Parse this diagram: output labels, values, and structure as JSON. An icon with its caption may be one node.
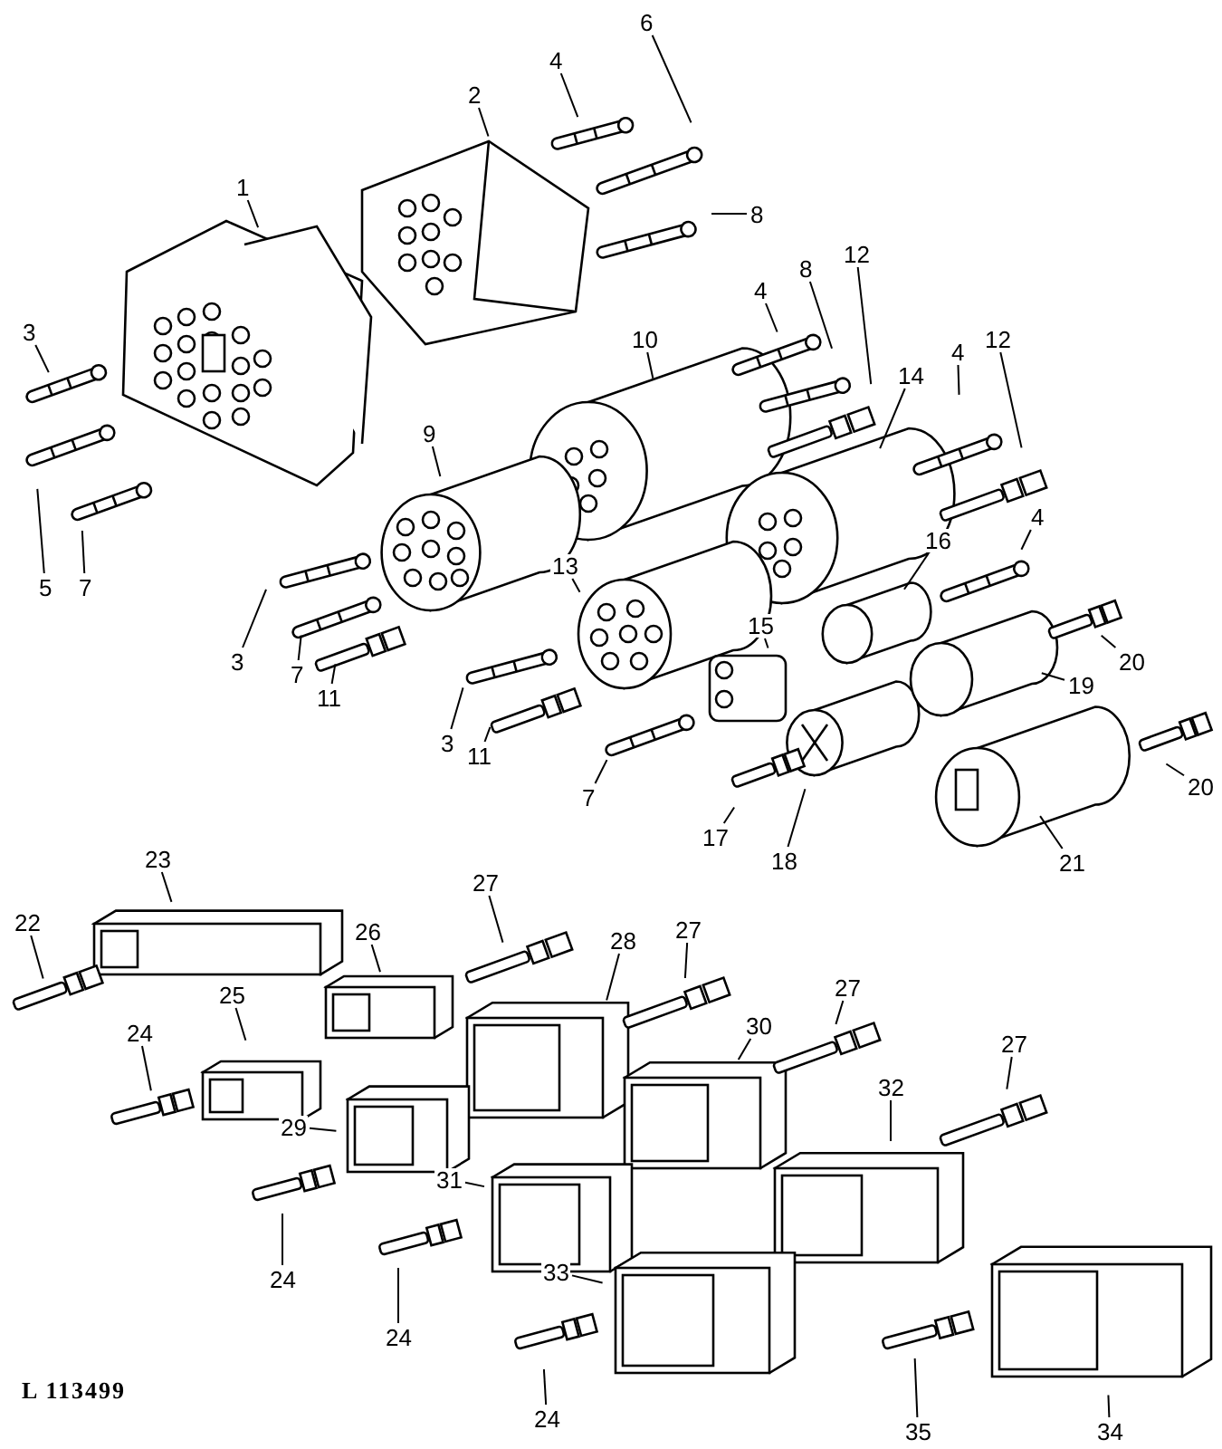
{
  "diagram": {
    "nodes": [
      {
        "text": [
          "6"
        ]
      },
      {
        "text": [
          "4"
        ]
      },
      {
        "text": [
          "2"
        ]
      },
      {
        "text": [
          "8"
        ]
      },
      {
        "text": [
          "1"
        ]
      },
      {
        "text": [
          "12"
        ]
      },
      {
        "text": [
          "8"
        ]
      },
      {
        "text": [
          "4"
        ]
      },
      {
        "text": [
          "10"
        ]
      },
      {
        "text": [
          "12"
        ]
      },
      {
        "text": [
          "14"
        ]
      },
      {
        "text": [
          "3"
        ]
      },
      {
        "text": [
          "4"
        ]
      },
      {
        "text": [
          "9"
        ]
      },
      {
        "text": [
          "5"
        ]
      },
      {
        "text": [
          "7"
        ]
      },
      {
        "text": [
          "4"
        ]
      },
      {
        "text": [
          "16"
        ]
      },
      {
        "text": [
          "13"
        ]
      },
      {
        "text": [
          "15"
        ]
      },
      {
        "text": [
          "3"
        ]
      },
      {
        "text": [
          "7"
        ]
      },
      {
        "text": [
          "11"
        ]
      },
      {
        "text": [
          "20"
        ]
      },
      {
        "text": [
          "19"
        ]
      },
      {
        "text": [
          "3"
        ]
      },
      {
        "text": [
          "11"
        ]
      },
      {
        "text": [
          "7"
        ]
      },
      {
        "text": [
          "20"
        ]
      },
      {
        "text": [
          "17"
        ]
      },
      {
        "text": [
          "18"
        ]
      },
      {
        "text": [
          "21"
        ]
      },
      {
        "text": [
          "23"
        ]
      },
      {
        "text": [
          "22"
        ]
      },
      {
        "text": [
          "27"
        ]
      },
      {
        "text": [
          "26"
        ]
      },
      {
        "text": [
          "28"
        ]
      },
      {
        "text": [
          "27"
        ]
      },
      {
        "text": [
          "25"
        ]
      },
      {
        "text": [
          "30"
        ]
      },
      {
        "text": [
          "27"
        ]
      },
      {
        "text": [
          "24"
        ]
      },
      {
        "text": [
          "32"
        ]
      },
      {
        "text": [
          "27"
        ]
      },
      {
        "text": [
          "29"
        ]
      },
      {
        "text": [
          "31"
        ]
      },
      {
        "text": [
          "24"
        ]
      },
      {
        "text": [
          "33"
        ]
      },
      {
        "text": [
          "24"
        ]
      },
      {
        "text": [
          "24"
        ]
      },
      {
        "text": [
          "35"
        ]
      },
      {
        "text": [
          "34"
        ]
      }
    ],
    "edges": [
      {
        "from": 0,
        "to": null,
        "arrow": "none"
      },
      {
        "from": 1,
        "to": null,
        "arrow": "none"
      },
      {
        "from": 2,
        "to": null,
        "arrow": "none"
      },
      {
        "from": 3,
        "to": null,
        "arrow": "none"
      },
      {
        "from": 4,
        "to": null,
        "arrow": "none"
      },
      {
        "from": 5,
        "to": null,
        "arrow": "none"
      },
      {
        "from": 6,
        "to": null,
        "arrow": "none"
      },
      {
        "from": 7,
        "to": null,
        "arrow": "none"
      },
      {
        "from": 8,
        "to": null,
        "arrow": "none"
      },
      {
        "from": 9,
        "to": null,
        "arrow": "none"
      },
      {
        "from": 10,
        "to": null,
        "arrow": "none"
      },
      {
        "from": 11,
        "to": null,
        "arrow": "none"
      },
      {
        "from": 12,
        "to": null,
        "arrow": "none"
      },
      {
        "from": 13,
        "to": null,
        "arrow": "none"
      },
      {
        "from": 14,
        "to": null,
        "arrow": "none"
      },
      {
        "from": 15,
        "to": null,
        "arrow": "none"
      },
      {
        "from": 16,
        "to": null,
        "arrow": "none"
      },
      {
        "from": 17,
        "to": null,
        "arrow": "none"
      },
      {
        "from": 18,
        "to": null,
        "arrow": "none"
      },
      {
        "from": 19,
        "to": null,
        "arrow": "none"
      },
      {
        "from": 20,
        "to": null,
        "arrow": "none"
      },
      {
        "from": 21,
        "to": null,
        "arrow": "none"
      },
      {
        "from": 22,
        "to": null,
        "arrow": "none"
      },
      {
        "from": 23,
        "to": null,
        "arrow": "none"
      },
      {
        "from": 24,
        "to": null,
        "arrow": "none"
      },
      {
        "from": 25,
        "to": null,
        "arrow": "none"
      },
      {
        "from": 26,
        "to": null,
        "arrow": "none"
      },
      {
        "from": 27,
        "to": null,
        "arrow": "none"
      },
      {
        "from": 28,
        "to": null,
        "arrow": "none"
      },
      {
        "from": 29,
        "to": null,
        "arrow": "none"
      },
      {
        "from": 30,
        "to": null,
        "arrow": "none"
      },
      {
        "from": 31,
        "to": null,
        "arrow": "none"
      },
      {
        "from": 32,
        "to": null,
        "arrow": "none"
      },
      {
        "from": 33,
        "to": null,
        "arrow": "none"
      },
      {
        "from": 34,
        "to": null,
        "arrow": "none"
      },
      {
        "from": 35,
        "to": null,
        "arrow": "none"
      },
      {
        "from": 36,
        "to": null,
        "arrow": "none"
      },
      {
        "from": 37,
        "to": null,
        "arrow": "none"
      },
      {
        "from": 38,
        "to": null,
        "arrow": "none"
      },
      {
        "from": 39,
        "to": null,
        "arrow": "none"
      },
      {
        "from": 40,
        "to": null,
        "arrow": "none"
      },
      {
        "from": 41,
        "to": null,
        "arrow": "none"
      },
      {
        "from": 42,
        "to": null,
        "arrow": "none"
      },
      {
        "from": 43,
        "to": null,
        "arrow": "none"
      },
      {
        "from": 44,
        "to": null,
        "arrow": "none"
      },
      {
        "from": 45,
        "to": null,
        "arrow": "none"
      },
      {
        "from": 46,
        "to": null,
        "arrow": "none"
      },
      {
        "from": 47,
        "to": null,
        "arrow": "none"
      },
      {
        "from": 48,
        "to": null,
        "arrow": "none"
      },
      {
        "from": 49,
        "to": null,
        "arrow": "none"
      },
      {
        "from": 50,
        "to": null,
        "arrow": "none"
      },
      {
        "from": 51,
        "to": null,
        "arrow": "none"
      }
    ],
    "labels": [
      "L 113499"
    ]
  }
}
